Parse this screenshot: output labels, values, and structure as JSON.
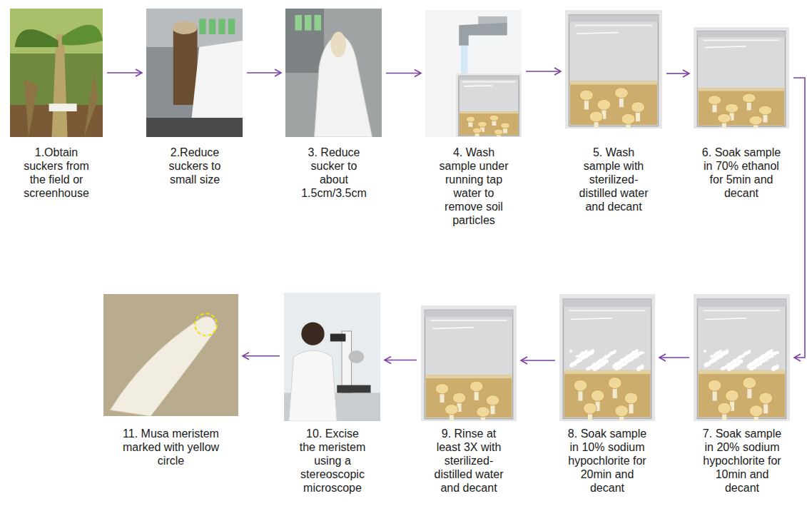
{
  "diagram": {
    "nodes": [
      {
        "text": [
          "1.Obtain suckers from the field or screenhouse"
        ]
      },
      {
        "text": [
          "2.Reduce suckers to small size"
        ]
      },
      {
        "text": [
          "3. Reduce sucker to about 1.5cm/3.5cm"
        ]
      },
      {
        "text": [
          "4. Wash sample under running tap water to remove soil particles"
        ]
      },
      {
        "text": [
          "5. Wash sample with sterilized-distilled water and decant"
        ]
      },
      {
        "text": [
          "6. Soak sample in 70% ethanol for 5min and decant"
        ]
      },
      {
        "text": [
          "7. Soak sample in 20% sodium hypochlorite for 10min and decant"
        ]
      },
      {
        "text": [
          "8. Soak sample in 10% sodium hypochlorite for 20min and decant"
        ]
      },
      {
        "text": [
          "9. Rinse at least 3X with sterilized-distilled water and decant"
        ]
      },
      {
        "text": [
          "10. Excise the meristem using a stereoscopic microscope"
        ]
      },
      {
        "text": [
          "11. Musa meristem marked with yellow circle"
        ]
      }
    ],
    "edges": [
      {
        "from": 0,
        "to": 1,
        "arrow": "to"
      },
      {
        "from": 1,
        "to": 2,
        "arrow": "to"
      },
      {
        "from": 2,
        "to": 3,
        "arrow": "to"
      },
      {
        "from": 3,
        "to": 4,
        "arrow": "to"
      },
      {
        "from": 4,
        "to": 5,
        "arrow": "to"
      },
      {
        "from": 5,
        "to": 6,
        "arrow": "to"
      },
      {
        "from": 6,
        "to": 7,
        "arrow": "to"
      },
      {
        "from": 7,
        "to": 8,
        "arrow": "to"
      },
      {
        "from": 8,
        "to": 9,
        "arrow": "to"
      },
      {
        "from": 9,
        "to": 10,
        "arrow": "to"
      }
    ]
  }
}
